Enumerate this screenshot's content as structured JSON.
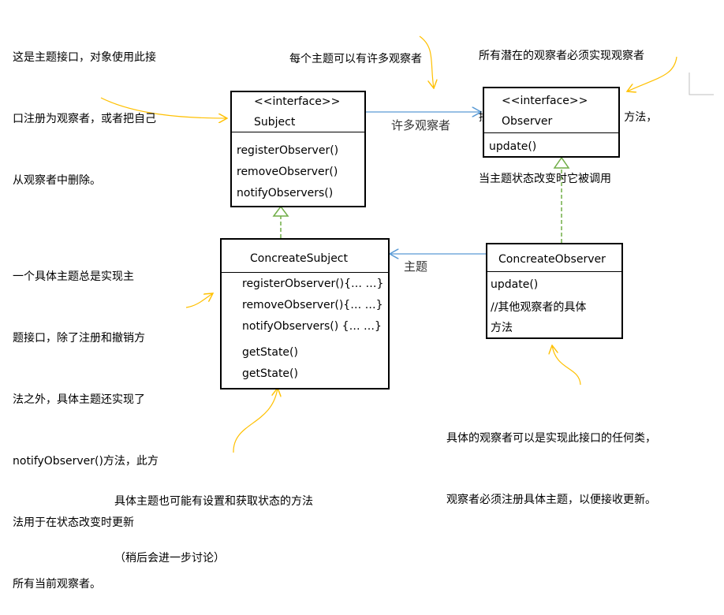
{
  "colors": {
    "annotation_arrow": "#ffc000",
    "association_arrow": "#5b9bd5",
    "realization_arrow": "#70ad47",
    "box_border": "#000000"
  },
  "notes": {
    "subject_interface": [
      "这是主题接口，对象使用此接",
      "口注册为观察者，或者把自己",
      "从观察者中删除。"
    ],
    "many_observers": "每个主题可以有许多观察者",
    "observer_interface": [
      "所有潜在的观察者必须实现观察者",
      "接口，这个接口只有 update 方法，",
      "当主题状态改变时它被调用"
    ],
    "concrete_subject": [
      "一个具体主题总是实现主",
      "题接口，除了注册和撤销方",
      "法之外，具体主题还实现了",
      "notifyObserver()方法，此方",
      "法用于在状态改变时更新",
      "所有当前观察者。"
    ],
    "concrete_observer": [
      "具体的观察者可以是实现此接口的任何类，",
      "观察者必须注册具体主题，以便接收更新。"
    ],
    "get_set_state": [
      "具体主题也可能有设置和获取状态的方法",
      "（稍后会进一步讨论）"
    ]
  },
  "relations": {
    "many_observers_label": "许多观察者",
    "subject_label": "主题"
  },
  "subject": {
    "stereotype": "<<interface>>",
    "name": "Subject",
    "methods": [
      "registerObserver()",
      "removeObserver()",
      "notifyObservers()"
    ]
  },
  "observer": {
    "stereotype": "<<interface>>",
    "name": "Observer",
    "methods": [
      "update()"
    ]
  },
  "concrete_subject": {
    "name": "ConcreateSubject",
    "methods": [
      "registerObserver(){… …}",
      "removeObserver(){… …}",
      "notifyObservers() {… …}"
    ],
    "state_methods": [
      "getState()",
      "getState()"
    ]
  },
  "concrete_observer": {
    "name": "ConcreateObserver",
    "methods": [
      "update()",
      "//其他观察者的具体",
      "方法"
    ]
  }
}
